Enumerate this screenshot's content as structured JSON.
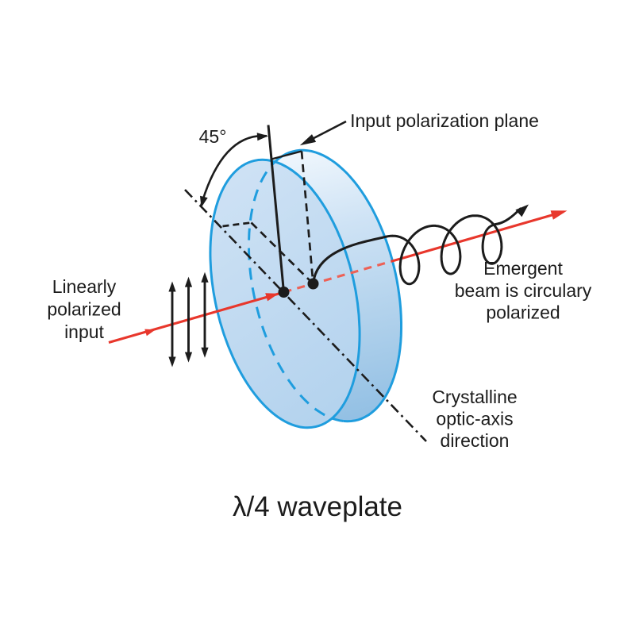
{
  "title": "λ/4 waveplate",
  "labels": {
    "angle": "45°",
    "input_plane": "Input polarization plane",
    "linear_input": {
      "lines": [
        "Linearly",
        "polarized",
        "input"
      ]
    },
    "emergent": {
      "lines": [
        "Emergent",
        "beam is circulary",
        "polarized"
      ]
    },
    "crystalline": {
      "lines": [
        "Crystalline",
        "optic-axis",
        "direction"
      ]
    }
  },
  "colors": {
    "ink": "#1c1c1c",
    "edge_blue": "#1f9dde",
    "face_light": "#cde1f4",
    "face_deep": "#b4d3ee",
    "rim_sheen": "#f0f7fd",
    "rim_mid": "#cfe3f5",
    "rim_low": "#b2d2ec",
    "rim_deep": "#93c0e4",
    "beam_red": "#e8372c",
    "beam_red_hidden": "#ed6156"
  }
}
